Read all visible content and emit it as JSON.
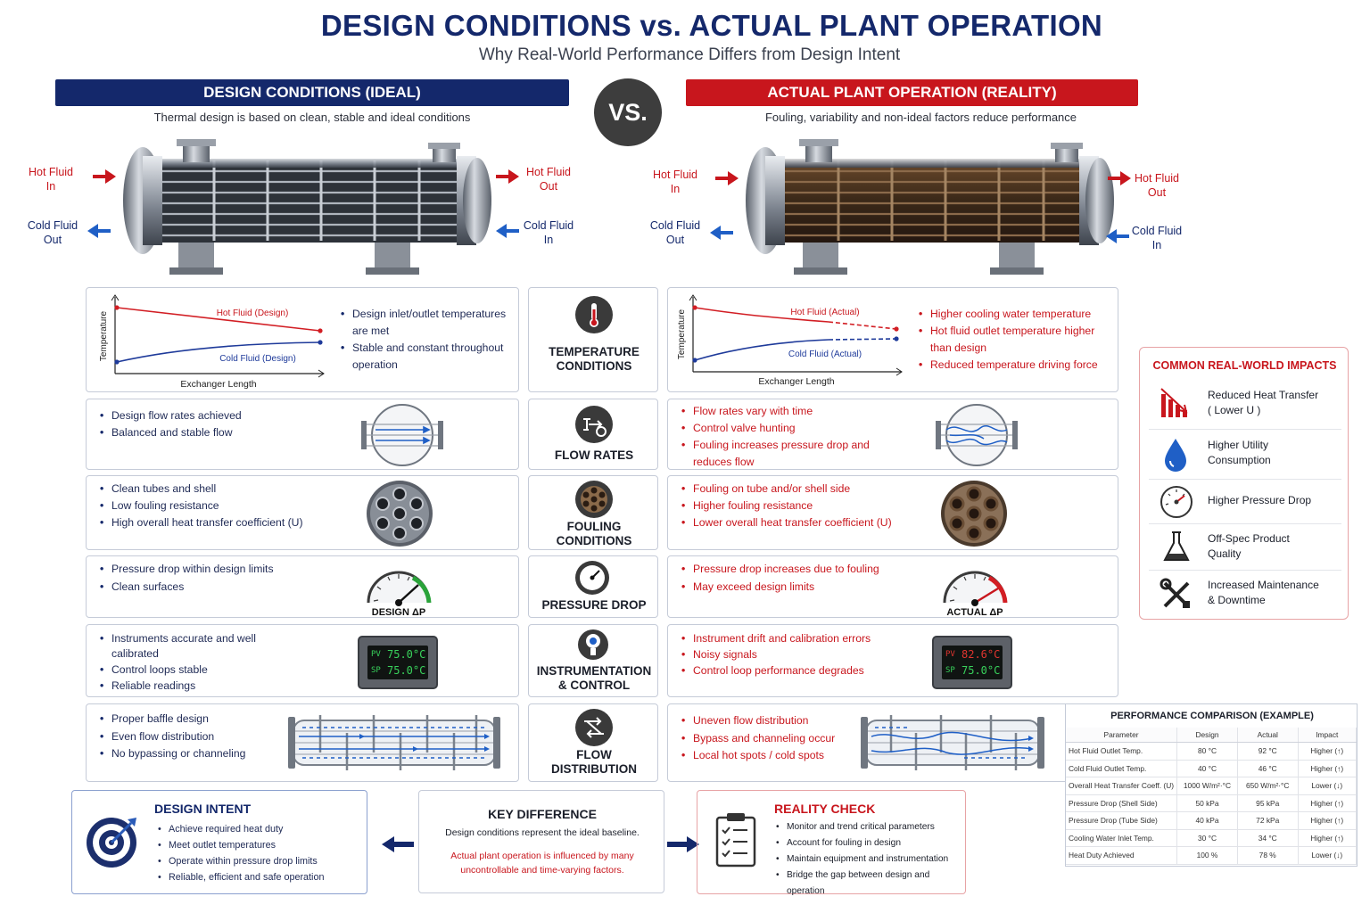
{
  "header": {
    "title": "DESIGN CONDITIONS  vs.  ACTUAL PLANT OPERATION",
    "subtitle": "Why Real-World Performance Differs from Design Intent",
    "vs": "VS."
  },
  "design": {
    "banner": "DESIGN CONDITIONS (IDEAL)",
    "banner_sub": "Thermal design is based on clean, stable and ideal conditions",
    "labels": {
      "hot_in": [
        "Hot Fluid",
        "In"
      ],
      "hot_out": [
        "Hot Fluid",
        "Out"
      ],
      "cold_out": [
        "Cold Fluid",
        "Out"
      ],
      "cold_in": [
        "Cold Fluid",
        "In"
      ]
    },
    "temp_chart": {
      "ylabel": "Temperature",
      "xlabel": "Exchanger Length",
      "hot_label": "Hot Fluid (Design)",
      "cold_label": "Cold Fluid (Design)"
    },
    "temp_bullets": [
      "Design inlet/outlet temperatures are met",
      "Stable and constant throughout operation"
    ],
    "flow_bullets": [
      "Design flow rates achieved",
      "Balanced and stable flow"
    ],
    "fouling_bullets": [
      "Clean tubes and shell",
      "Low fouling resistance",
      "High overall heat transfer coefficient (U)"
    ],
    "pressure_bullets": [
      "Pressure drop within design limits",
      "Clean surfaces"
    ],
    "pressure_gauge_label": "DESIGN ΔP",
    "instr_bullets": [
      "Instruments accurate and well calibrated",
      "Control loops stable",
      "Reliable readings"
    ],
    "controller": {
      "pv_tag": "PV",
      "pv": "75.0°C",
      "sp_tag": "SP",
      "sp": "75.0°C"
    },
    "distribution_bullets": [
      "Proper baffle design",
      "Even flow distribution",
      "No bypassing or channeling"
    ]
  },
  "actual": {
    "banner": "ACTUAL PLANT OPERATION (REALITY)",
    "banner_sub": "Fouling, variability and non-ideal factors reduce performance",
    "labels": {
      "hot_in": [
        "Hot Fluid",
        "In"
      ],
      "hot_out": [
        "Hot Fluid",
        "Out"
      ],
      "cold_out": [
        "Cold Fluid",
        "Out"
      ],
      "cold_in": [
        "Cold Fluid",
        "In"
      ]
    },
    "temp_chart": {
      "ylabel": "Temperature",
      "xlabel": "Exchanger Length",
      "hot_label": "Hot Fluid (Actual)",
      "cold_label": "Cold Fluid (Actual)"
    },
    "temp_bullets": [
      "Higher cooling water temperature",
      "Hot fluid outlet temperature higher than design",
      "Reduced temperature driving force"
    ],
    "flow_bullets": [
      "Flow rates vary with time",
      "Control valve hunting",
      "Fouling increases pressure drop and reduces flow"
    ],
    "fouling_bullets": [
      "Fouling on tube and/or shell side",
      "Higher fouling resistance",
      "Lower overall heat transfer coefficient (U)"
    ],
    "pressure_bullets": [
      "Pressure drop increases due to fouling",
      "May exceed design limits"
    ],
    "pressure_gauge_label": "ACTUAL ΔP",
    "instr_bullets": [
      "Instrument drift and calibration errors",
      "Noisy signals",
      "Control loop performance degrades"
    ],
    "controller": {
      "pv_tag": "PV",
      "pv": "82.6°C",
      "sp_tag": "SP",
      "sp": "75.0°C"
    },
    "distribution_bullets": [
      "Uneven flow distribution",
      "Bypass and channeling occur",
      "Local hot spots / cold spots"
    ]
  },
  "categories": {
    "temperature": [
      "TEMPERATURE",
      "CONDITIONS"
    ],
    "flow": [
      "FLOW RATES"
    ],
    "fouling": [
      "FOULING",
      "CONDITIONS"
    ],
    "pressure": [
      "PRESSURE DROP"
    ],
    "instrumentation": [
      "INSTRUMENTATION",
      "& CONTROL"
    ],
    "distribution": [
      "FLOW",
      "DISTRIBUTION"
    ]
  },
  "impacts": {
    "title": "COMMON REAL-WORLD IMPACTS",
    "items": [
      {
        "icon": "declining-bar-chart-icon",
        "text": [
          "Reduced Heat Transfer",
          "( Lower U )"
        ]
      },
      {
        "icon": "water-drop-icon",
        "text": [
          "Higher Utility",
          "Consumption"
        ]
      },
      {
        "icon": "pressure-gauge-icon",
        "text": [
          "Higher Pressure Drop"
        ]
      },
      {
        "icon": "flask-icon",
        "text": [
          "Off-Spec Product",
          "Quality"
        ]
      },
      {
        "icon": "wrench-screwdriver-icon",
        "text": [
          "Increased Maintenance",
          "& Downtime"
        ]
      }
    ]
  },
  "performance": {
    "title": "PERFORMANCE COMPARISON (EXAMPLE)",
    "columns": [
      "Parameter",
      "Design",
      "Actual",
      "Impact"
    ],
    "rows": [
      [
        "Hot Fluid Outlet Temp.",
        "80 °C",
        "92 °C",
        "Higher (↑)"
      ],
      [
        "Cold Fluid Outlet Temp.",
        "40 °C",
        "46 °C",
        "Higher (↑)"
      ],
      [
        "Overall Heat Transfer Coeff. (U)",
        "1000 W/m²·°C",
        "650 W/m²·°C",
        "Lower (↓)"
      ],
      [
        "Pressure Drop (Shell Side)",
        "50 kPa",
        "95 kPa",
        "Higher (↑)"
      ],
      [
        "Pressure Drop (Tube Side)",
        "40 kPa",
        "72 kPa",
        "Higher (↑)"
      ],
      [
        "Cooling Water Inlet Temp.",
        "30 °C",
        "34 °C",
        "Higher (↑)"
      ],
      [
        "Heat Duty Achieved",
        "100 %",
        "78 %",
        "Lower (↓)"
      ]
    ]
  },
  "bottom": {
    "intent": {
      "title": "DESIGN INTENT",
      "bullets": [
        "Achieve required heat duty",
        "Meet outlet temperatures",
        "Operate within pressure drop limits",
        "Reliable, efficient and safe operation"
      ]
    },
    "key": {
      "title": "KEY DIFFERENCE",
      "line1": "Design conditions represent the ideal baseline.",
      "line2": [
        "Actual plant operation is influenced by many",
        "uncontrollable and time-varying factors."
      ]
    },
    "reality": {
      "title": "REALITY CHECK",
      "bullets": [
        "Monitor and trend critical parameters",
        "Account for fouling in design",
        "Maintain equipment and instrumentation",
        "Bridge the gap between design and operation"
      ]
    }
  },
  "colors": {
    "navy": "#14286b",
    "red": "#c8161d",
    "blue_flow": "#1f5fc6"
  }
}
